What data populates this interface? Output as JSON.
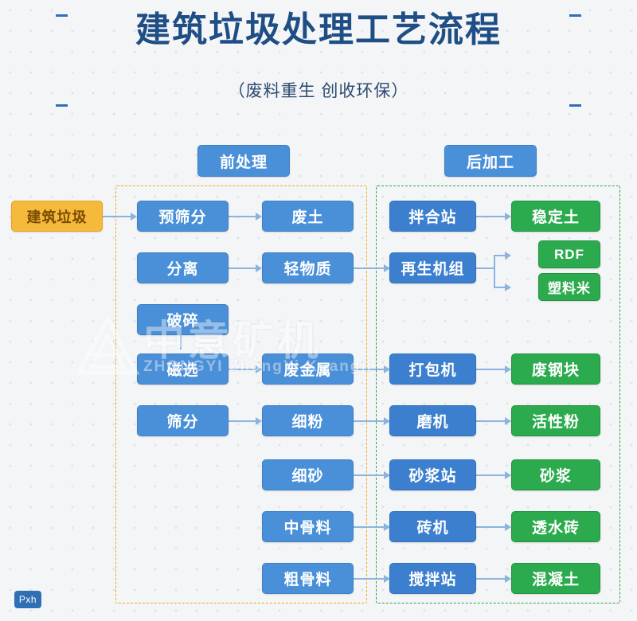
{
  "header": {
    "title": "建筑垃圾处理工艺流程",
    "subtitle": "（废料重生  创收环保）"
  },
  "groups": {
    "pre_label": "前处理",
    "post_label": "后加工"
  },
  "nodes": {
    "source": "建筑垃圾",
    "col1": [
      "预筛分",
      "分离",
      "破碎",
      "磁选",
      "筛分"
    ],
    "col2": [
      "废土",
      "轻物质",
      "废金属",
      "细粉",
      "细砂",
      "中骨料",
      "粗骨料"
    ],
    "col3": [
      "拌合站",
      "再生机组",
      "打包机",
      "磨机",
      "砂浆站",
      "砖机",
      "搅拌站"
    ],
    "col4": [
      "稳定土",
      "RDF",
      "塑料米",
      "废钢块",
      "活性粉",
      "砂浆",
      "透水砖",
      "混凝土"
    ]
  },
  "watermark": {
    "cn": "中意矿机",
    "en": "ZHONGYI  ZhongYi Kuangji"
  },
  "badge": "Pxh",
  "colors": {
    "blue": "#4a90d9",
    "green": "#2bab4e",
    "orange": "#f5b93c",
    "title": "#1f4e85",
    "dash_pre": "#f0a819",
    "dash_post": "#27a44a",
    "connector": "#8ab4dd"
  }
}
